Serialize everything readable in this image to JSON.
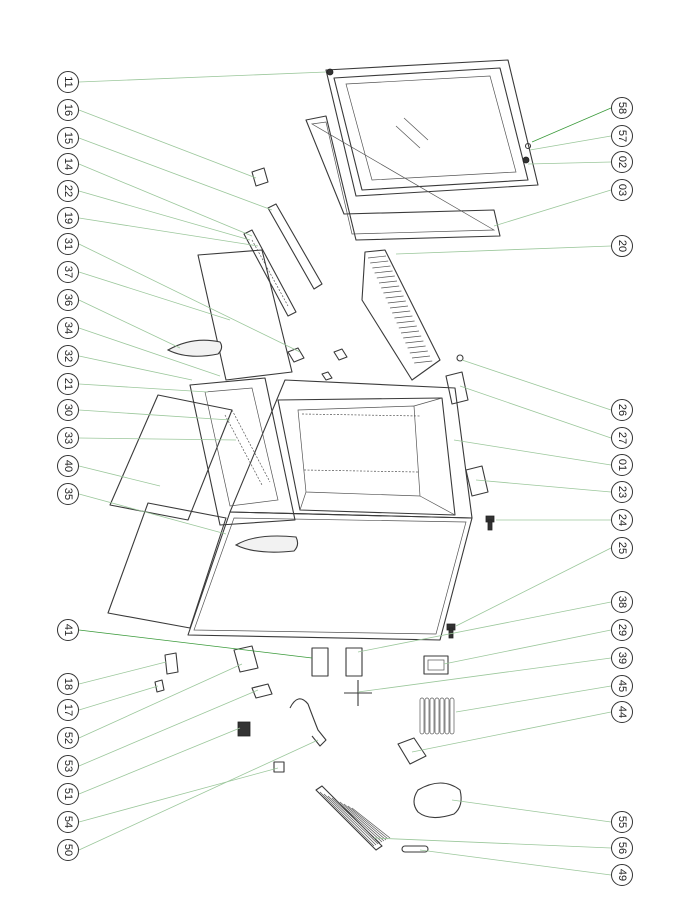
{
  "diagram": {
    "colors": {
      "leader": "#9bc79b",
      "leader_strong": "#3a9a3a",
      "outline": "#3a3a3a"
    },
    "callouts": [
      "11",
      "16",
      "15",
      "14",
      "22",
      "19",
      "31",
      "37",
      "36",
      "34",
      "32",
      "21",
      "30",
      "33",
      "40",
      "35",
      "41",
      "18",
      "17",
      "52",
      "53",
      "51",
      "54",
      "50",
      "58",
      "57",
      "02",
      "03",
      "20",
      "26",
      "27",
      "01",
      "23",
      "24",
      "25",
      "38",
      "29",
      "39",
      "45",
      "44",
      "55",
      "56",
      "49"
    ]
  }
}
